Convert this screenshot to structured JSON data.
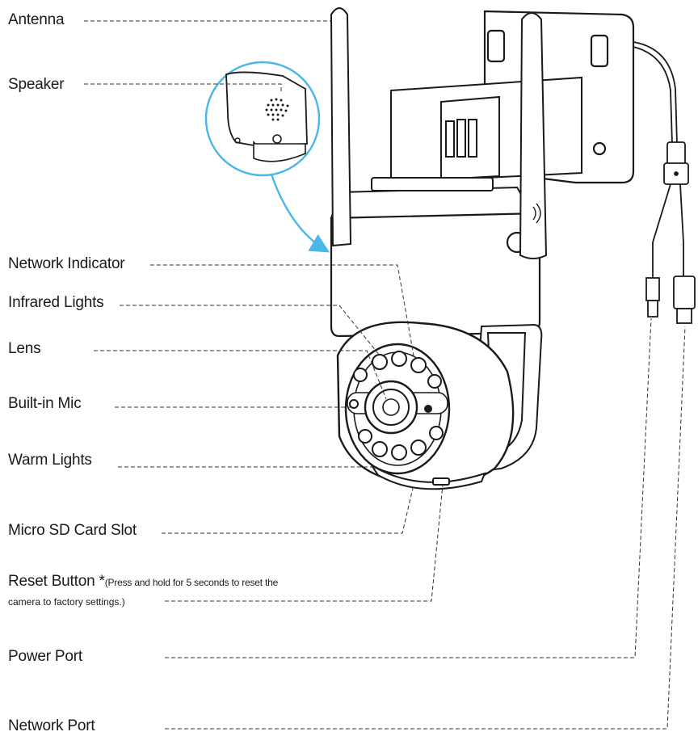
{
  "labels": {
    "antenna": "Antenna",
    "speaker": "Speaker",
    "network_indicator": "Network Indicator",
    "infrared_lights": "Infrared Lights",
    "lens": "Lens",
    "builtin_mic": "Built-in Mic",
    "warm_lights": "Warm Lights",
    "micro_sd": "Micro SD Card Slot",
    "reset_button": "Reset Button *",
    "reset_note_1": "(Press and hold for 5 seconds to reset the",
    "reset_note_2": "camera to factory settings.)",
    "power_port": "Power Port",
    "network_port": "Network Port"
  }
}
